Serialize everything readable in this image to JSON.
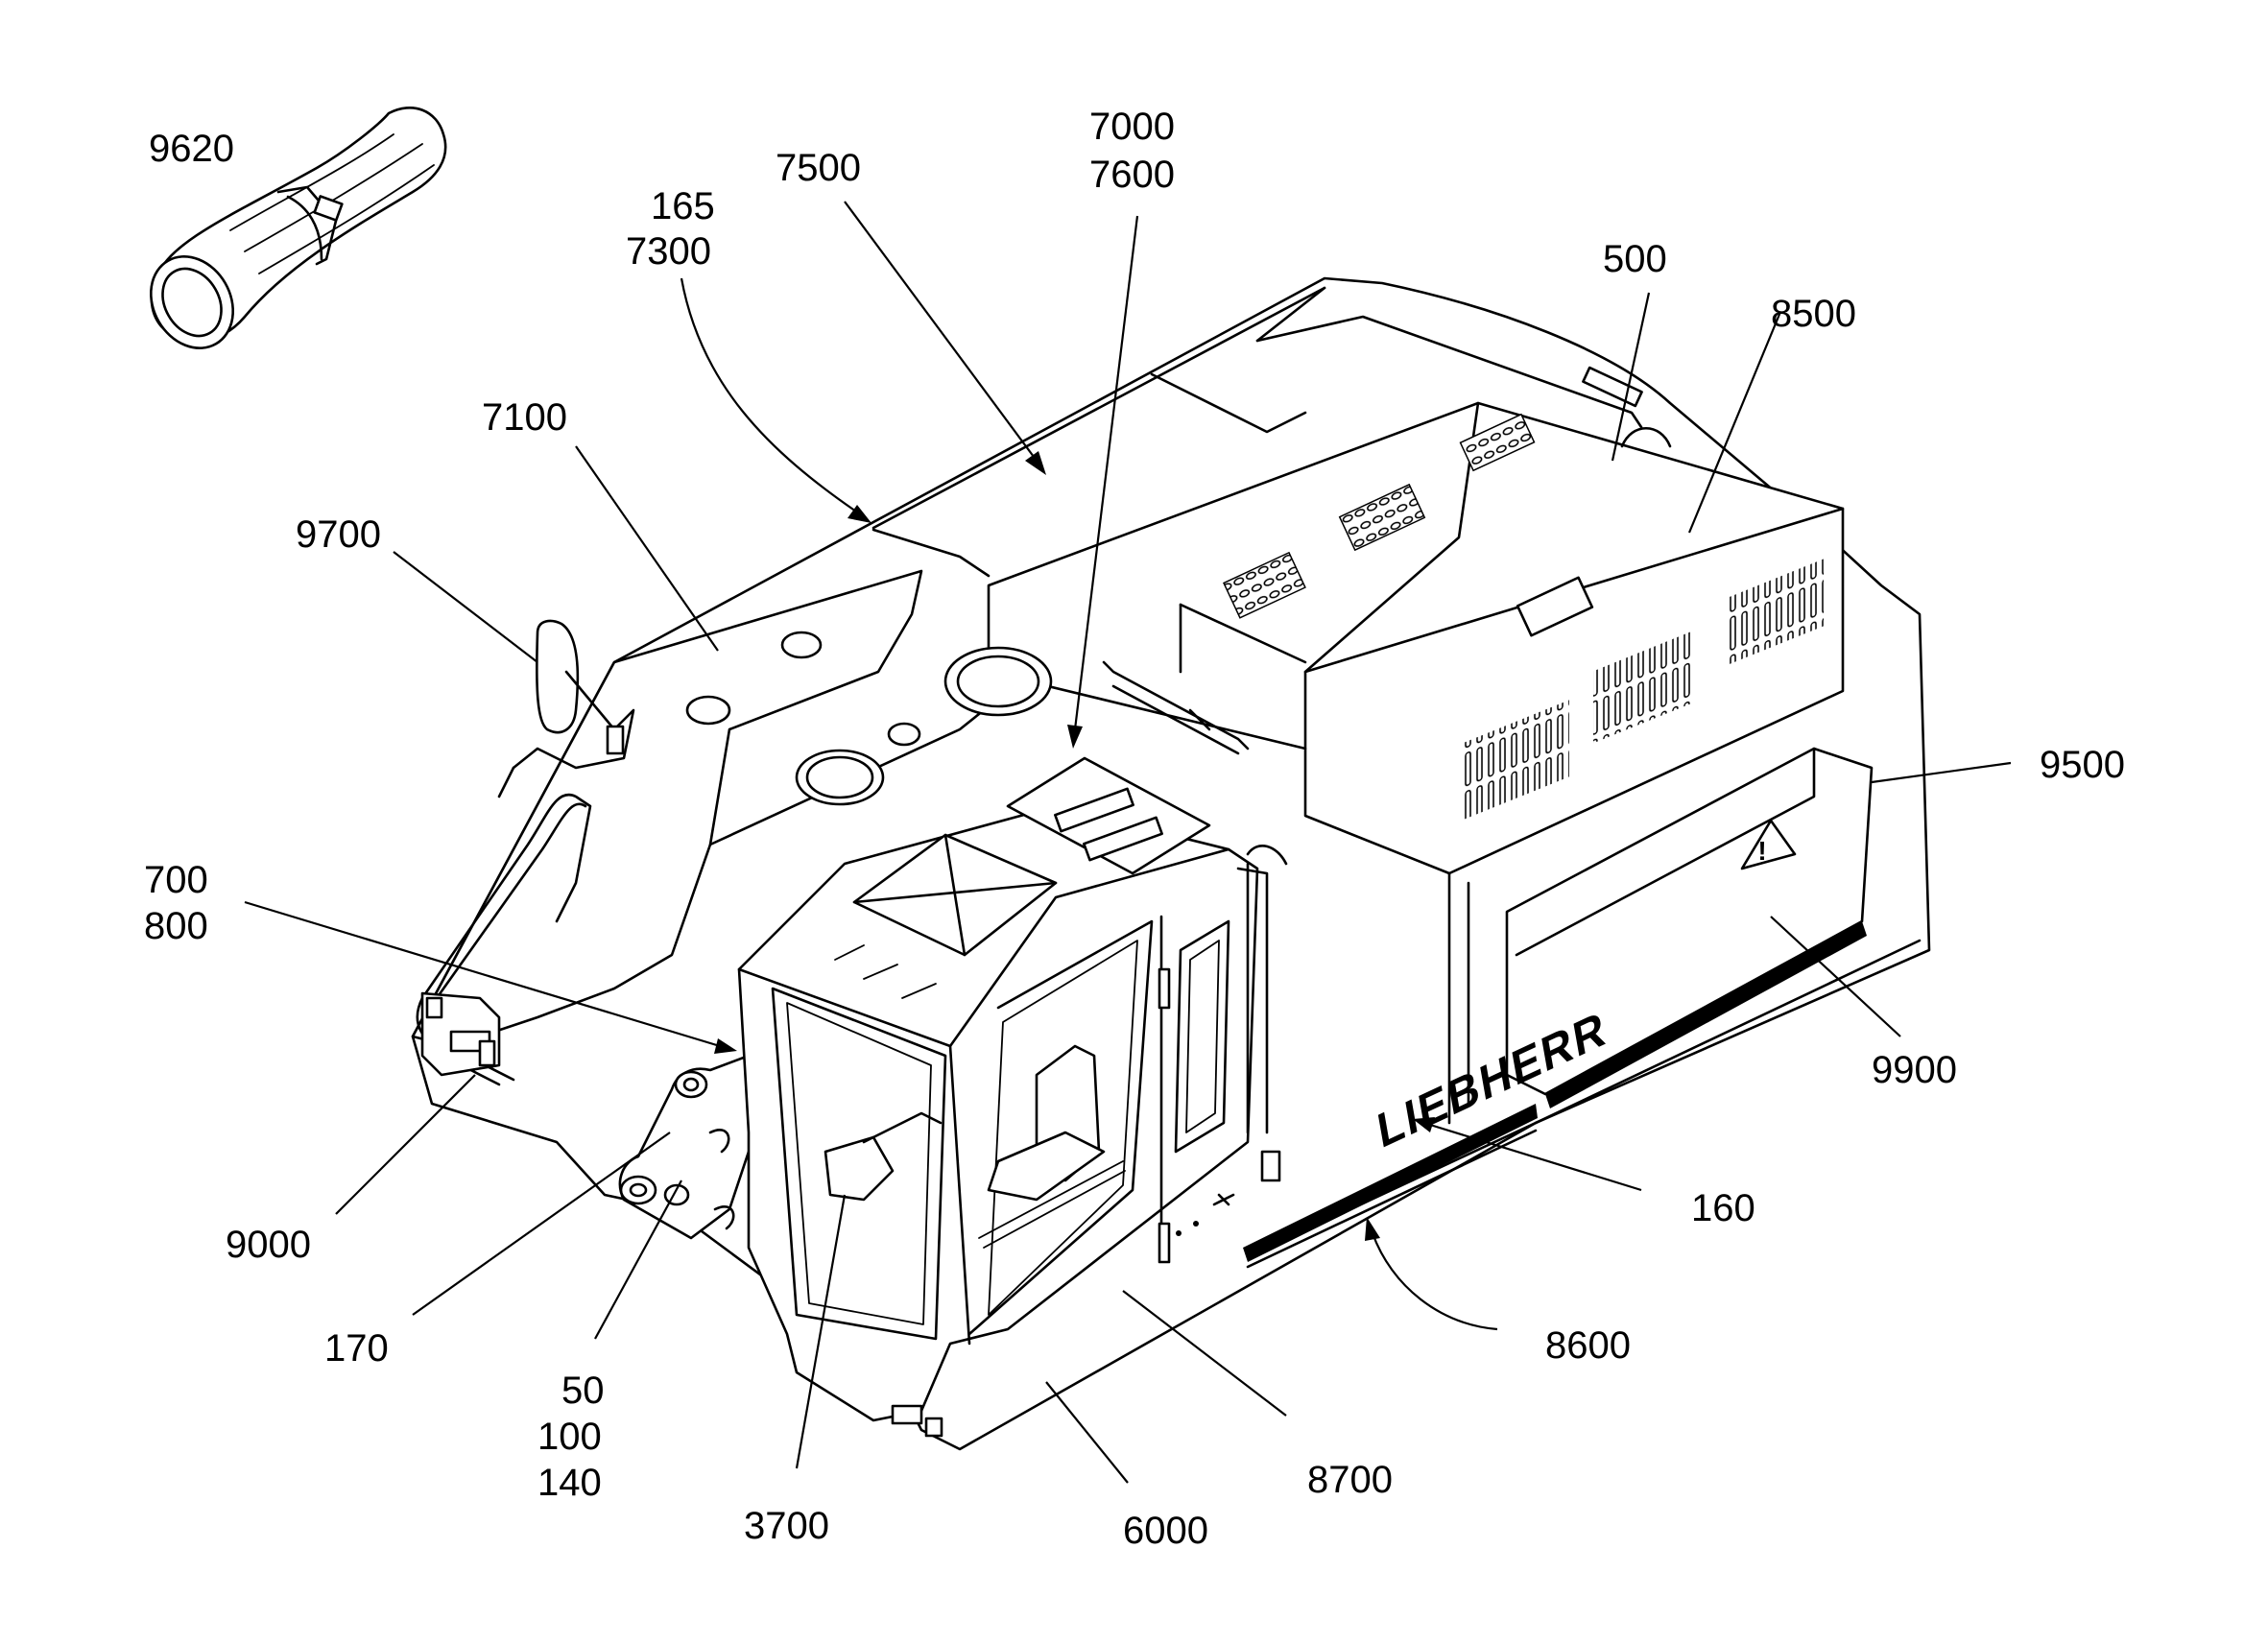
{
  "brand": {
    "logo_text": "LIEBHERR"
  },
  "callouts": {
    "c9620": "9620",
    "c7500": "7500",
    "c165": "165",
    "c7300": "7300",
    "c7000": "7000",
    "c7600": "7600",
    "c500": "500",
    "c8500": "8500",
    "c7100": "7100",
    "c9700": "9700",
    "c9500": "9500",
    "c700": "700",
    "c800": "800",
    "c9900": "9900",
    "c160": "160",
    "c9000": "9000",
    "c8600": "8600",
    "c170": "170",
    "c50": "50",
    "c100": "100",
    "c140": "140",
    "c8700": "8700",
    "c3700": "3700",
    "c6000": "6000"
  }
}
